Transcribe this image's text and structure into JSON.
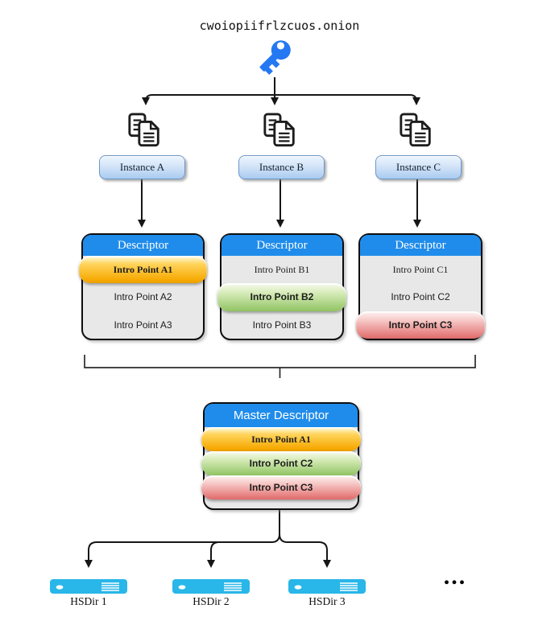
{
  "title": "cwoiopiifrlzcuos.onion",
  "colors": {
    "header_blue": "#1f8ceb",
    "key_blue": "#2478f2",
    "server_cyan": "#29b6e8",
    "box_gray": "#e8e8e8",
    "highlight_orange": "#f6a800",
    "highlight_green": "#90c463",
    "highlight_red": "#e06a6a",
    "line_black": "#161616"
  },
  "icons": {
    "key": "key-icon",
    "copy": "copy-documents-icon",
    "server": "server-icon"
  },
  "instances": [
    {
      "label": "Instance A"
    },
    {
      "label": "Instance B"
    },
    {
      "label": "Instance C"
    }
  ],
  "descriptors": [
    {
      "header": "Descriptor",
      "rows": [
        {
          "label": "Intro Point A1",
          "highlight": "orange"
        },
        {
          "label": "Intro Point A2",
          "highlight": null
        },
        {
          "label": "Intro Point A3",
          "highlight": null
        }
      ]
    },
    {
      "header": "Descriptor",
      "rows": [
        {
          "label": "Intro Point B1",
          "highlight": null
        },
        {
          "label": "Intro Point B2",
          "highlight": "green"
        },
        {
          "label": "Intro Point B3",
          "highlight": null
        }
      ]
    },
    {
      "header": "Descriptor",
      "rows": [
        {
          "label": "Intro Point C1",
          "highlight": null
        },
        {
          "label": "Intro Point C2",
          "highlight": null
        },
        {
          "label": "Intro Point C3",
          "highlight": "red"
        }
      ]
    }
  ],
  "master": {
    "header": "Master Descriptor",
    "rows": [
      {
        "label": "Intro Point A1",
        "highlight": "orange"
      },
      {
        "label": "Intro Point C2",
        "highlight": "green"
      },
      {
        "label": "Intro Point C3",
        "highlight": "red"
      }
    ]
  },
  "hsdirs": [
    {
      "label": "HSDir 1"
    },
    {
      "label": "HSDir 2"
    },
    {
      "label": "HSDir 3"
    }
  ],
  "ellipsis": "..."
}
